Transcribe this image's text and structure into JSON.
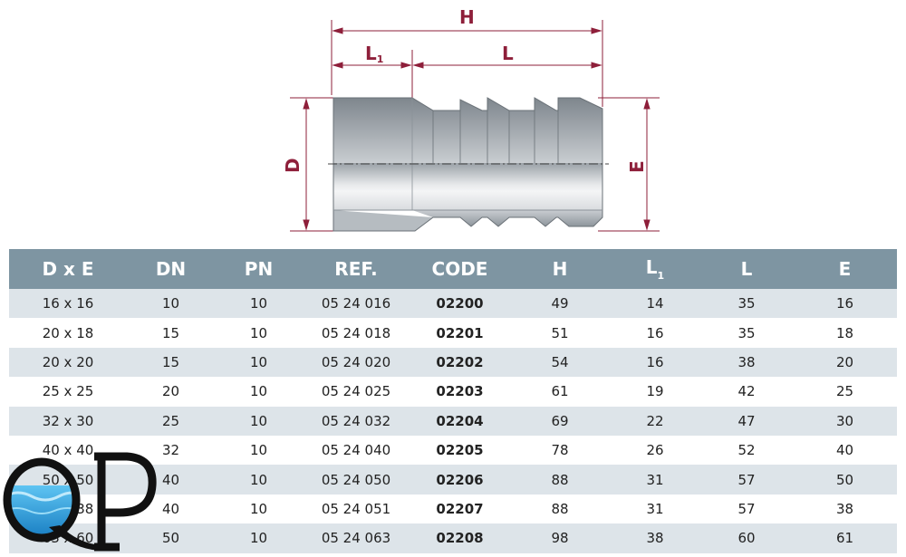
{
  "drawing": {
    "labels": {
      "h": "H",
      "l1": "L",
      "l1_sub": "1",
      "l": "L",
      "d": "D",
      "e": "E"
    }
  },
  "table": {
    "headers": [
      "D x E",
      "DN",
      "PN",
      "REF.",
      "CODE",
      "H",
      "L",
      "L",
      "E"
    ],
    "l1_header_sub": "1",
    "rows": [
      [
        "16 x 16",
        "10",
        "10",
        "05 24 016",
        "02200",
        "49",
        "14",
        "35",
        "16"
      ],
      [
        "20 x 18",
        "15",
        "10",
        "05 24 018",
        "02201",
        "51",
        "16",
        "35",
        "18"
      ],
      [
        "20 x 20",
        "15",
        "10",
        "05 24 020",
        "02202",
        "54",
        "16",
        "38",
        "20"
      ],
      [
        "25 x 25",
        "20",
        "10",
        "05 24 025",
        "02203",
        "61",
        "19",
        "42",
        "25"
      ],
      [
        "32 x 30",
        "25",
        "10",
        "05 24 032",
        "02204",
        "69",
        "22",
        "47",
        "30"
      ],
      [
        "40 x 40",
        "32",
        "10",
        "05 24 040",
        "02205",
        "78",
        "26",
        "52",
        "40"
      ],
      [
        "50 x 50",
        "40",
        "10",
        "05 24 050",
        "02206",
        "88",
        "31",
        "57",
        "50"
      ],
      [
        "50 x 38",
        "40",
        "10",
        "05 24 051",
        "02207",
        "88",
        "31",
        "57",
        "38"
      ],
      [
        "63 x 60",
        "50",
        "10",
        "05 24 063",
        "02208",
        "98",
        "38",
        "60",
        "61"
      ]
    ]
  },
  "logo": {
    "text": "QP"
  },
  "colors": {
    "dimension": "#8e1f3a",
    "header_bg": "#7e95a2",
    "row_alt_bg": "#dde4e9",
    "logo_water": "#1a8fd6"
  }
}
